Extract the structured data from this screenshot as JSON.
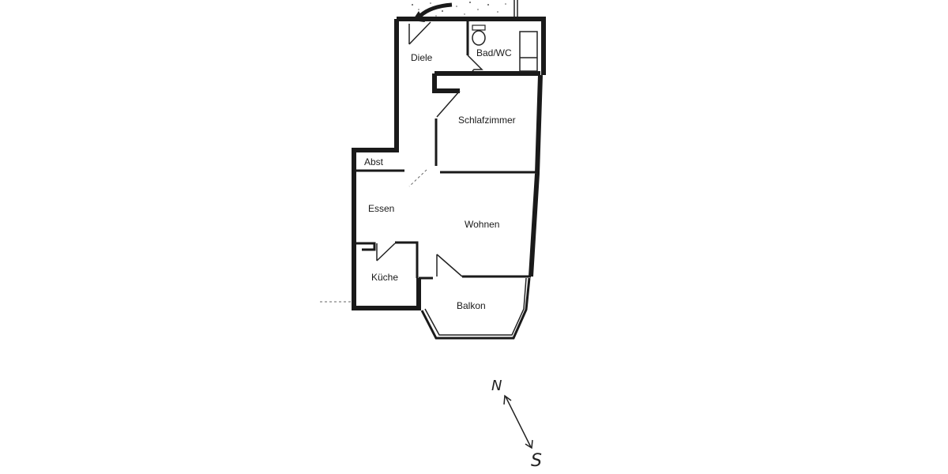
{
  "floor_plan": {
    "rooms": [
      {
        "id": "diele",
        "label": "Diele"
      },
      {
        "id": "bad-wc",
        "label": "Bad/WC"
      },
      {
        "id": "schlafzimmer",
        "label": "Schlafzimmer"
      },
      {
        "id": "abst",
        "label": "Abst"
      },
      {
        "id": "essen",
        "label": "Essen"
      },
      {
        "id": "wohnen",
        "label": "Wohnen"
      },
      {
        "id": "kueche",
        "label": "Küche"
      },
      {
        "id": "balkon",
        "label": "Balkon"
      }
    ],
    "compass": {
      "north": "N",
      "south": "S"
    },
    "colors": {
      "wall": "#1a1a1a",
      "background": "#ffffff"
    }
  }
}
